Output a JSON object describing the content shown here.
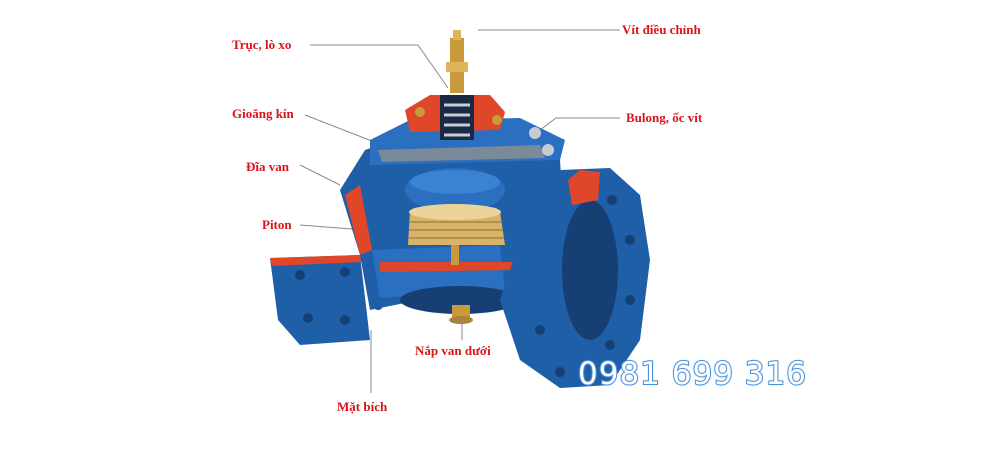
{
  "labels": {
    "adjust_screw": "Vít điều chỉnh",
    "shaft_spring": "Trục, lò xo",
    "bolt_nut": "Bulong, ốc vít",
    "seal": "Gioăng kín",
    "valve_disc": "Đĩa van",
    "piston": "Piton",
    "bottom_cover": "Nắp van dưới",
    "flange_face": "Mặt bích"
  },
  "phone": "0981 699 316",
  "colors": {
    "label": "#d9141b",
    "body_blue": "#1f5fa8",
    "body_dark": "#163f73",
    "cut_red": "#e0472a",
    "brass": "#d8b46a",
    "phone_outline": "#4a90d9"
  }
}
